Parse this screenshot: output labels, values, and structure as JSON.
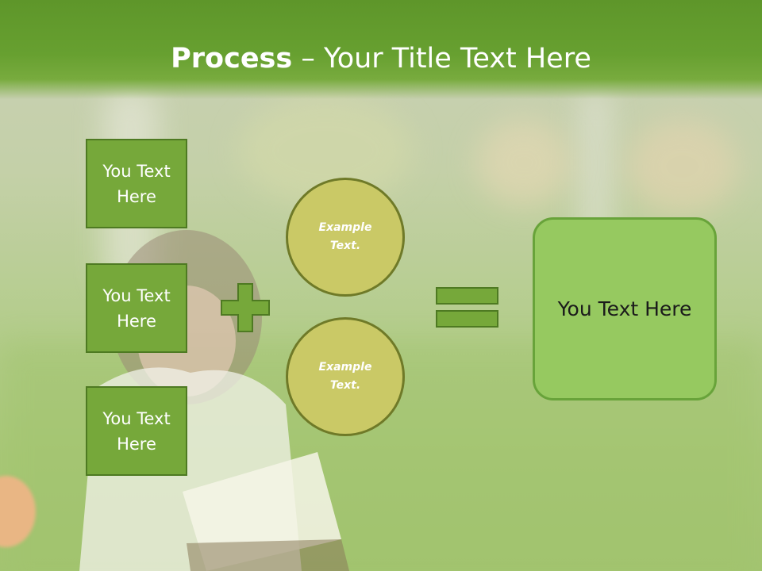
{
  "title": {
    "bold": "Process",
    "rest": " – Your Title Text Here"
  },
  "left_boxes": [
    {
      "text": "You Text Here"
    },
    {
      "text": "You Text Here"
    },
    {
      "text": "You Text Here"
    }
  ],
  "circles": [
    {
      "text": "Example Text."
    },
    {
      "text": "Example Text."
    }
  ],
  "result": {
    "text": "You Text Here"
  },
  "colors": {
    "title_bar": "#67a030",
    "box_fill": "#76a83a",
    "box_border": "#4e7a22",
    "circle_fill": "#cac966",
    "circle_border": "#6f7a28",
    "result_fill": "#96c960",
    "result_border": "#68a33a"
  }
}
